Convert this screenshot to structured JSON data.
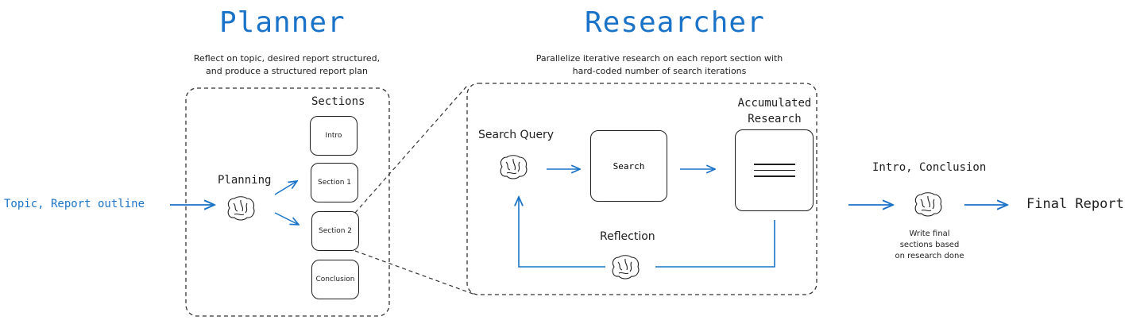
{
  "planner": {
    "title": "Planner",
    "description_line1": "Reflect on topic, desired report structured,",
    "description_line2": "and produce a structured report plan",
    "planning_label": "Planning",
    "sections_label": "Sections",
    "sections": [
      "Intro",
      "Section 1",
      "Section 2",
      "Conclusion"
    ]
  },
  "researcher": {
    "title": "Researcher",
    "description_line1": "Parallelize iterative research on each report section with",
    "description_line2": "hard-coded number of search iterations",
    "search_query_label": "Search Query",
    "search_box_label": "Search",
    "accumulated_label_line1": "Accumulated",
    "accumulated_label_line2": "Research",
    "reflection_label": "Reflection"
  },
  "input": {
    "label": "Topic, Report outline"
  },
  "writer": {
    "label": "Intro, Conclusion",
    "description_line1": "Write final",
    "description_line2": "sections based",
    "description_line3": "on research done"
  },
  "output": {
    "label": "Final Report"
  },
  "colors": {
    "accent": "#1a73c8",
    "ink": "#1e1e1e"
  },
  "icons": [
    "brain-icon",
    "arrow-right-icon",
    "document-lines-icon"
  ]
}
